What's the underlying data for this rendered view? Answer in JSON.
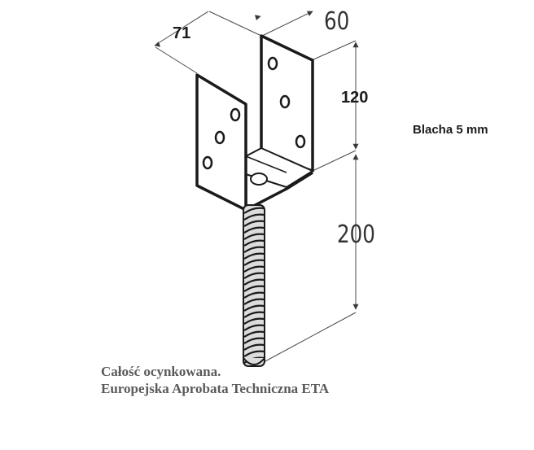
{
  "dimensions": {
    "width_label": "71",
    "depth_label": "60",
    "fork_height_label": "120",
    "spike_length_label": "200"
  },
  "plate_note": "Blacha 5 mm",
  "footer": {
    "line1": "Całość ocynkowana.",
    "line2": "Europejska Aprobata Techniczna ETA"
  },
  "colors": {
    "line": "#1a1a1a",
    "dimension_line": "#4a4a4a",
    "footer_text": "#5a5a5a"
  }
}
